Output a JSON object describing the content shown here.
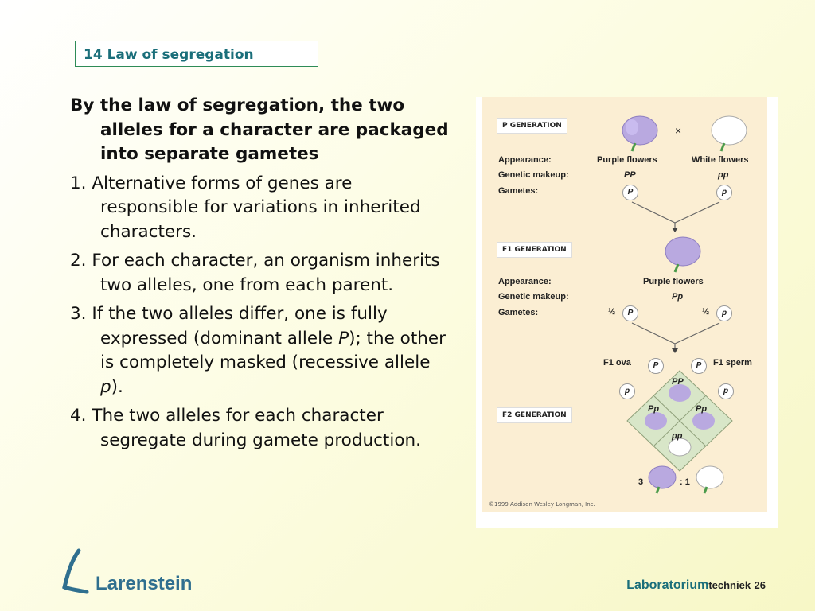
{
  "title": "14 Law of segregation",
  "paragraphs": [
    "By the law of segregation, the two alleles for a character are packaged into separate gametes",
    "1. Alternative forms of genes are responsible for variations in inherited characters.",
    "2. For each character, an organism inherits two alleles, one from each parent.",
    "3. If the two alleles differ, one is fully expressed (dominant allele",
    "P",
    "); the other is completely masked (recessive allele",
    "p",
    ").",
    "4. The two alleles for each character segregate during gamete production."
  ],
  "figure": {
    "p_generation": "P GENERATION",
    "f1_generation": "F1 GENERATION",
    "f2_generation": "F2 GENERATION",
    "appearance_label": "Appearance:",
    "genetic_makeup_label": "Genetic makeup:",
    "gametes_label": "Gametes:",
    "purple_flowers": "Purple  flowers",
    "white_flowers": "White  flowers",
    "PP": "PP",
    "pp": "pp",
    "Pp": "Pp",
    "P": "P",
    "p": "p",
    "cross": "×",
    "half": "½",
    "f1_ova": "F1 ova",
    "f1_sperm": "F1 sperm",
    "ratio_3": "3",
    "ratio_1": ": 1",
    "copyright": "©1999 Addison Wesley Longman, Inc."
  },
  "footer": {
    "logo_text": "Larenstein",
    "lab": "Laboratorium",
    "techniek": "techniek",
    "page": "26"
  },
  "colors": {
    "title_text": "#1a6e7a",
    "purple_flower": "#b9a9e0",
    "figure_bg": "#fbeed3"
  }
}
